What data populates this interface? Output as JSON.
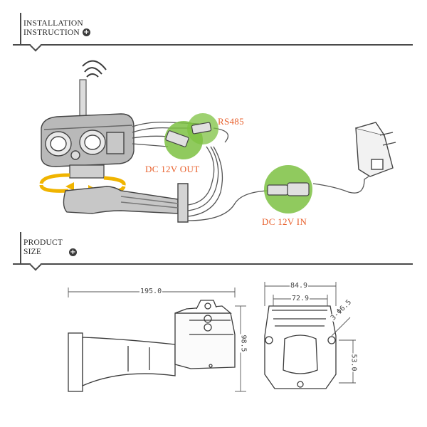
{
  "installation": {
    "line1": "INSTALLATION",
    "line2": "INSTRUCTION"
  },
  "labels": {
    "rs485": "RS485",
    "dc_out": "DC 12V OUT",
    "dc_in": "DC 12V IN"
  },
  "product_size": {
    "line1": "PRODUCT",
    "line2": "SIZE"
  },
  "dimensions": {
    "length": "195.0",
    "height": "98.5",
    "outer_width": "84.9",
    "inner_width": "72.9",
    "hole": "3-Φ6.5",
    "center_height": "53.0"
  },
  "colors": {
    "accent_orange": "#e8602c",
    "connector_green": "#7dc142",
    "mount_ring_yellow": "#f0b400",
    "line_dark": "#4a4a4a"
  },
  "icons": [
    "plus-icon",
    "wifi-signal-icon",
    "power-adapter-icon"
  ]
}
